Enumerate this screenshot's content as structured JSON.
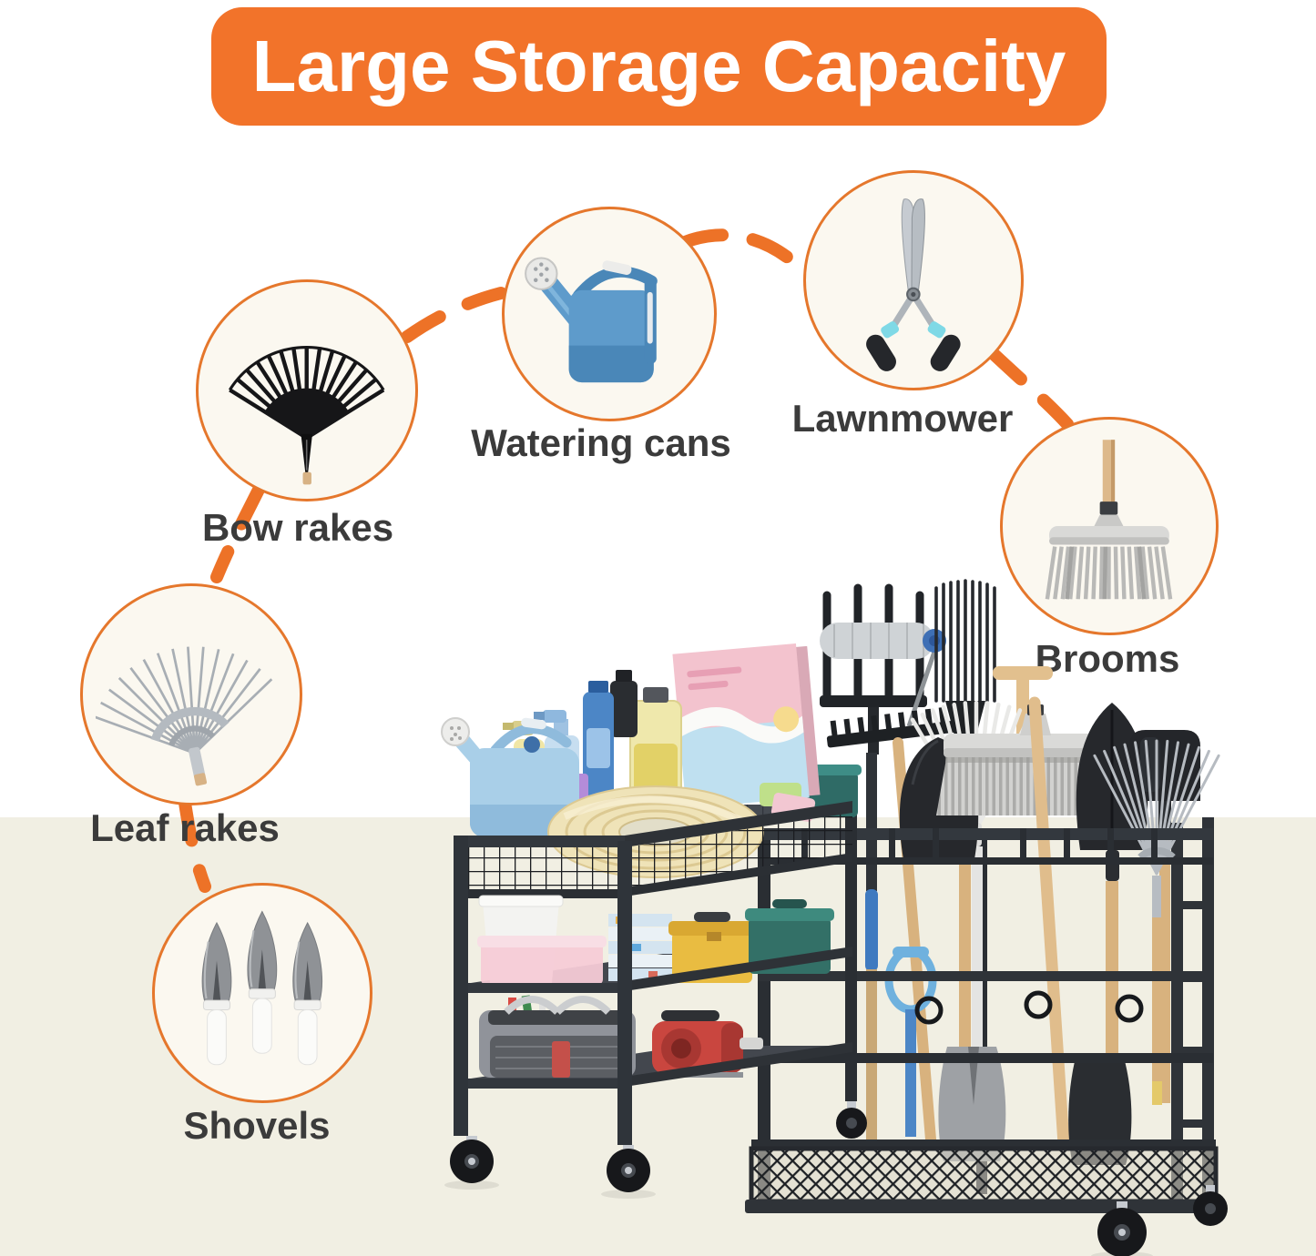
{
  "banner": {
    "title": "Large Storage Capacity"
  },
  "callouts": [
    {
      "id": "bow-rakes",
      "label": "Bow rakes",
      "icon": "black-fan-rake-icon"
    },
    {
      "id": "watering-cans",
      "label": "Watering cans",
      "icon": "blue-watering-can-icon"
    },
    {
      "id": "lawnmower",
      "label": "Lawnmower",
      "icon": "garden-shears-icon"
    },
    {
      "id": "brooms",
      "label": "Brooms",
      "icon": "push-broom-icon"
    },
    {
      "id": "leaf-rakes",
      "label": "Leaf rakes",
      "icon": "metal-leaf-rake-icon"
    },
    {
      "id": "shovels",
      "label": "Shovels",
      "icon": "garden-trowels-icon"
    }
  ],
  "colors": {
    "accent_orange": "#ED7227",
    "banner_bg": "#F2732A",
    "banner_text": "#FFFFFF",
    "circle_border": "#E5772C",
    "circle_fill": "#FBF8F0",
    "label_text": "#3B3B3B",
    "background_top": "#FFFFFF",
    "background_bottom_band": "#F1EFE3"
  },
  "illustration": {
    "name": "garden-tool-storage-cart",
    "alt": "Black rolling metal garden tool organizer cart loaded with rakes, brooms, shovels, watering can, hose, bins and toolboxes"
  }
}
